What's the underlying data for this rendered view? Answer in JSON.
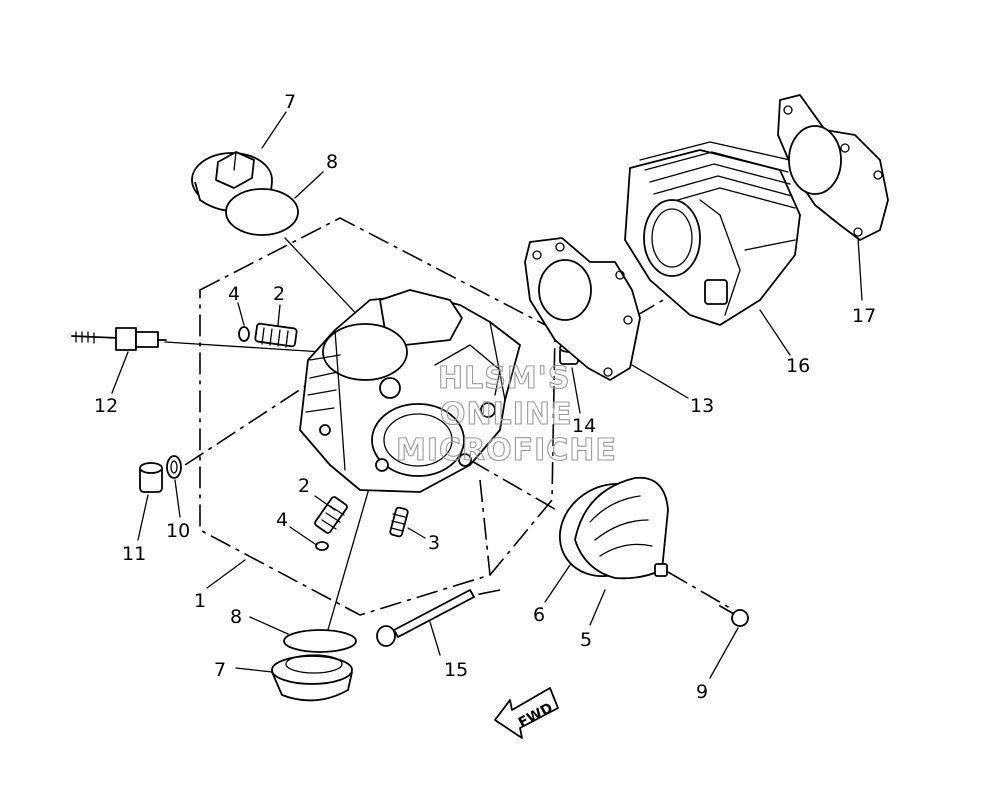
{
  "watermark": [
    "HLSM'S",
    "ONLINE",
    "MICROFICHE"
  ],
  "direction_label": "FWD",
  "callouts": {
    "c1": "1",
    "c2a": "2",
    "c2b": "2",
    "c3": "3",
    "c4a": "4",
    "c4b": "4",
    "c5": "5",
    "c6": "6",
    "c7a": "7",
    "c7b": "7",
    "c8a": "8",
    "c8b": "8",
    "c9": "9",
    "c10": "10",
    "c11": "11",
    "c12": "12",
    "c13": "13",
    "c14": "14",
    "c15": "15",
    "c16": "16",
    "c17": "17"
  }
}
